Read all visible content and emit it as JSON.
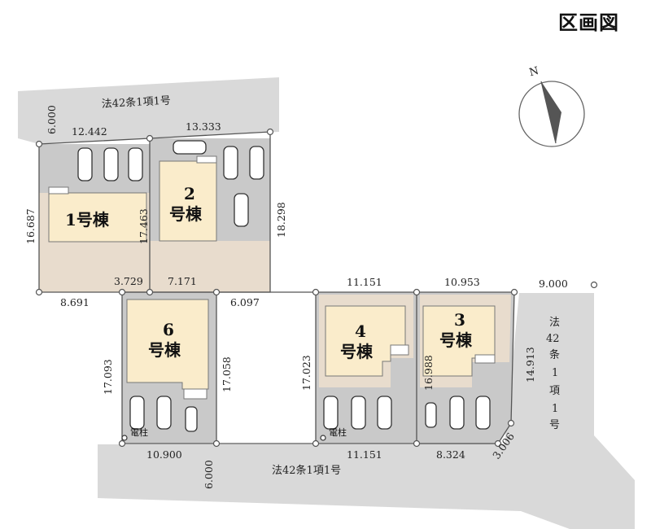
{
  "title": "区画図",
  "compass": {
    "label": "N"
  },
  "roads": {
    "top": "法42条1項1号",
    "bottom": "法42条1項1号",
    "right": [
      "法",
      "42",
      "条",
      "1",
      "項",
      "1",
      "号"
    ]
  },
  "buildings": {
    "b1": "1号棟",
    "b2_num": "2",
    "b2_word": "号棟",
    "b3_num": "3",
    "b3_word": "号棟",
    "b4_num": "4",
    "b4_word": "号棟",
    "b6_num": "6",
    "b6_word": "号棟"
  },
  "poles": {
    "left": "電柱",
    "middle": "電柱"
  },
  "dimensions": {
    "top_road_width": "6.000",
    "lot1_top": "12.442",
    "lot2_top": "13.333",
    "lot1_left": "16.687",
    "lot1_right": "17.463",
    "lot2_right": "18.298",
    "lot1_bottom": "8.691",
    "lot_mid_a": "3.729",
    "lot_mid_b": "7.171",
    "lot2_bottom": "6.097",
    "lot6_left": "17.093",
    "lot6_right": "17.058",
    "lot6_bottom": "10.900",
    "bottom_road_width": "6.000",
    "lot4_top": "11.151",
    "lot4_left": "17.023",
    "lot4_bottom": "11.151",
    "lot3_top": "10.953",
    "lot3_left": "16.988",
    "lot3_right": "14.913",
    "lot3_bottom": "8.324",
    "lot3_corner": "3.006",
    "right_road_width": "9.000"
  },
  "colors": {
    "road": "#d9d9d9",
    "parking": "#c9c9c9",
    "yard": "#e8dccd",
    "building": "#faeccb",
    "boundary": "#555555"
  }
}
